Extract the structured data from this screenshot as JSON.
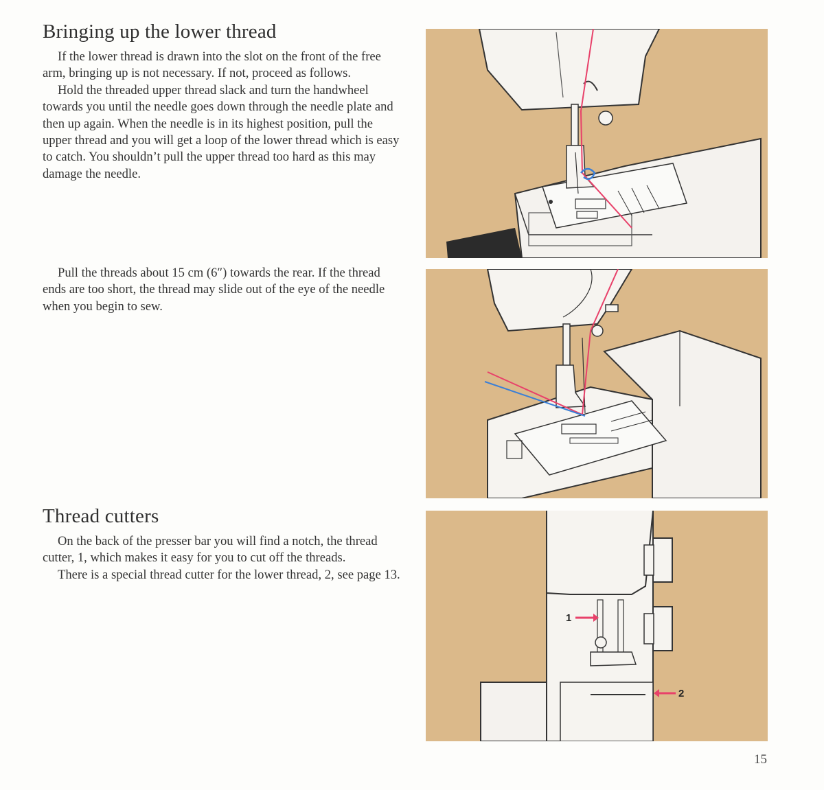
{
  "section1": {
    "title": "Bringing up the lower thread",
    "paragraphs": [
      "If the lower thread is drawn into the slot on the front of the free arm, bringing up is not necessary. If not, proceed as follows.",
      "Hold the threaded upper thread slack and turn the handwheel towards you until the needle goes down through the needle plate and then up again. When the needle is in its highest position, pull the upper thread and you will get a loop of the lower thread which is easy to catch. You shouldn’t pull the upper thread too hard as this may damage the needle."
    ]
  },
  "section2": {
    "paragraphs": [
      "Pull the threads about 15 cm (6″) towards the rear. If the thread ends are too short, the thread may slide out of the eye of the needle when you begin to sew."
    ]
  },
  "section3": {
    "title": "Thread cutters",
    "paragraphs": [
      "On the back of the presser bar you will find a notch, the thread cutter, 1, which makes it easy for you to cut off the threads.",
      "There is a special thread cutter for the lower thread, 2, see page 13."
    ]
  },
  "figure3": {
    "callout1": "1",
    "callout2": "2"
  },
  "colors": {
    "illustration_background": "#dbb98a",
    "upper_thread": "#e8416a",
    "lower_thread": "#3b7fd6"
  },
  "page_number": "15"
}
